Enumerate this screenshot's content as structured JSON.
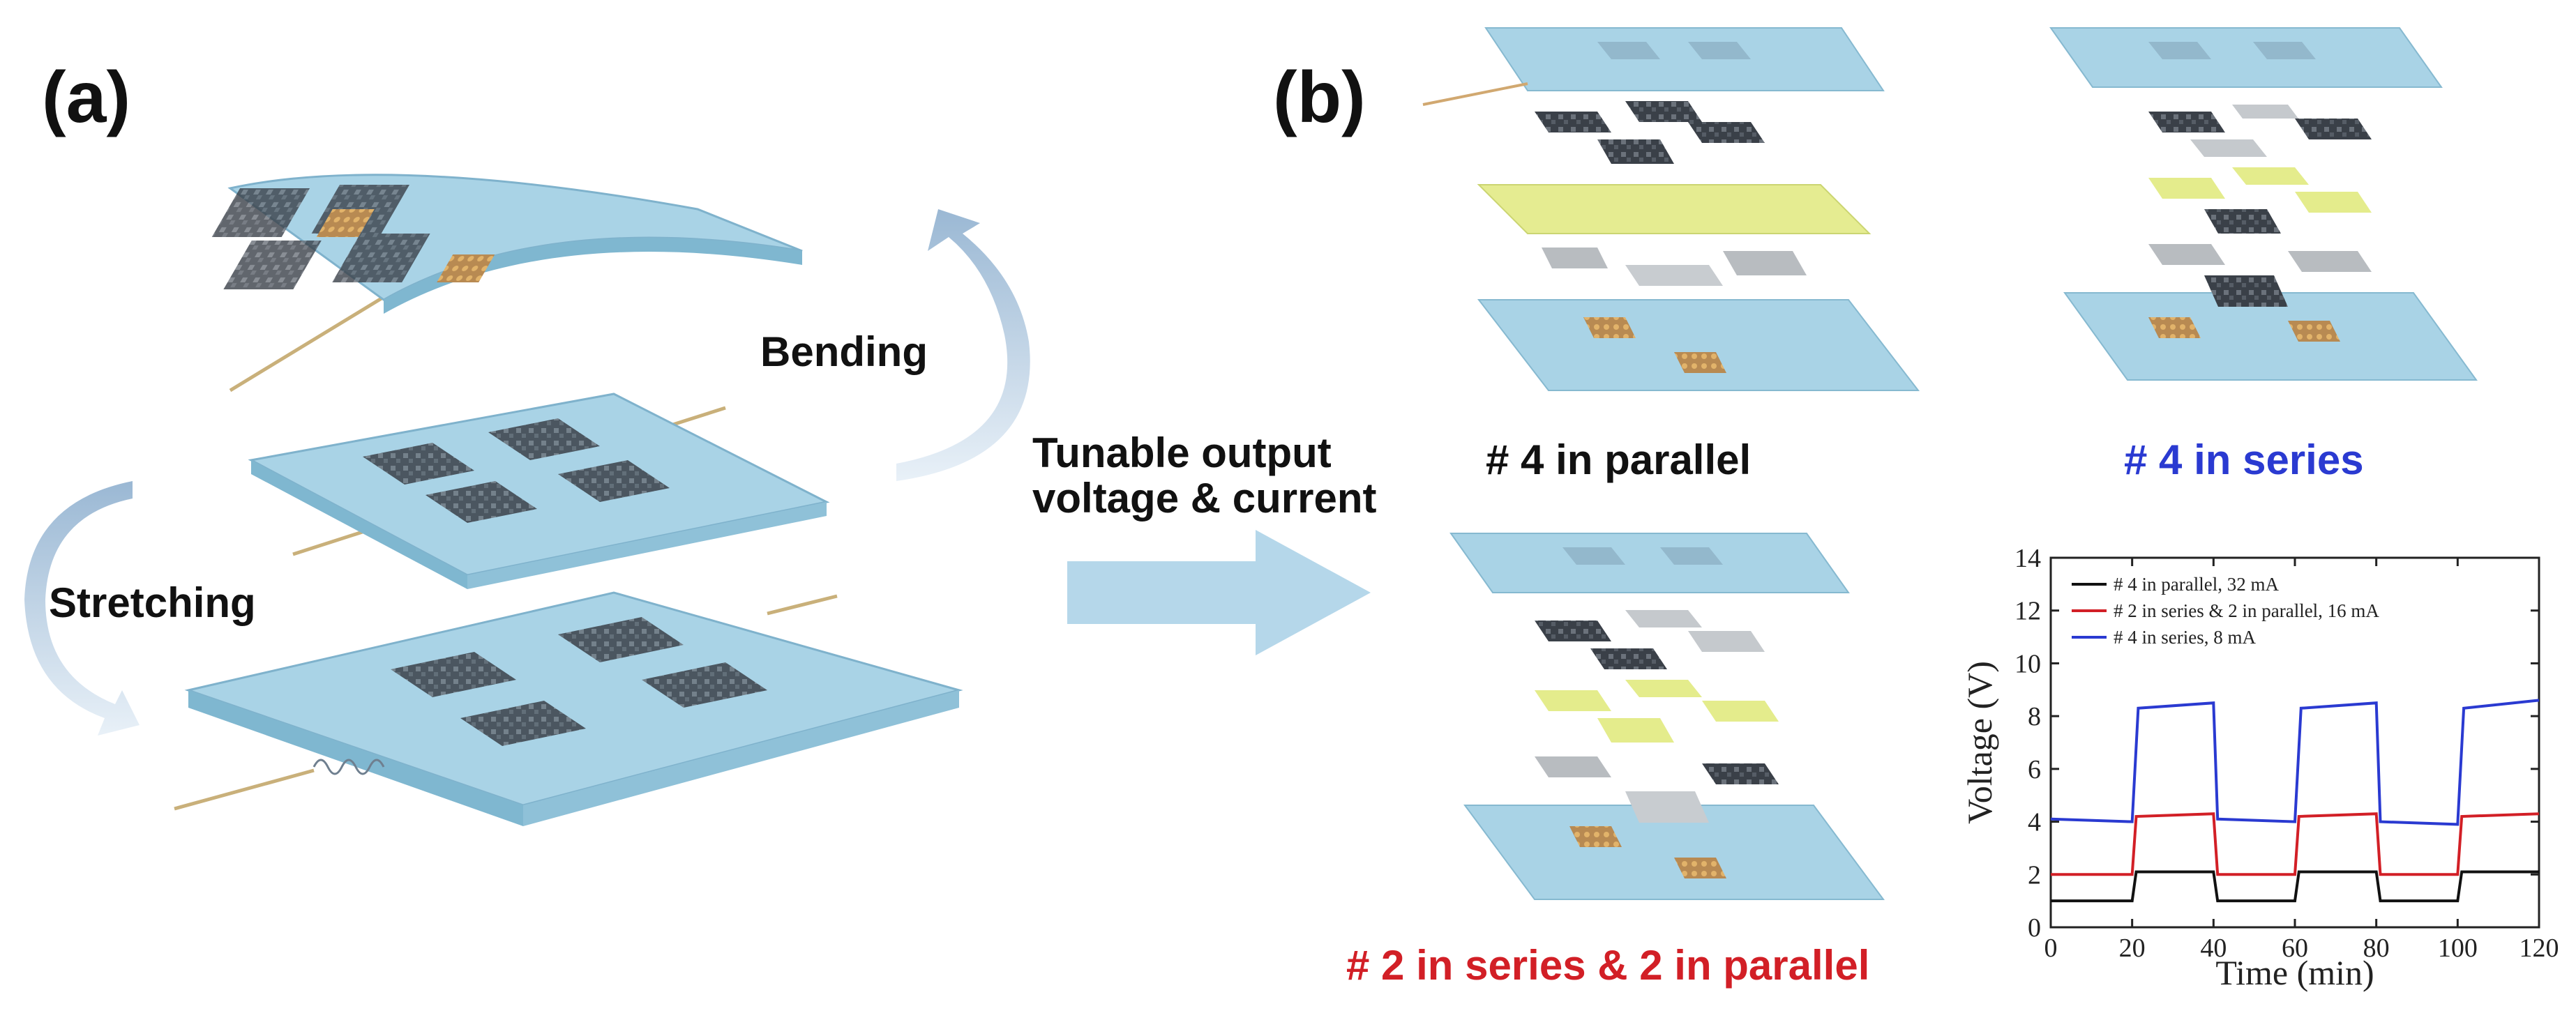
{
  "labels": {
    "panel_a": "(a)",
    "panel_b": "(b)",
    "bending": "Bending",
    "stretching": "Stretching",
    "tunable_line1": "Tunable output",
    "tunable_line2": "voltage & current",
    "cfg_parallel": "# 4 in parallel",
    "cfg_series": "# 4 in series",
    "cfg_mixed": "# 2 in series & 2 in parallel"
  },
  "colors": {
    "parallel": "#111111",
    "series": "#2a3ad1",
    "mixed": "#d21f26",
    "film": "#a9d3e6",
    "arrow": "#b5d7ea"
  },
  "chart_data": {
    "type": "line",
    "xlabel": "Time (min)",
    "ylabel": "Voltage (V)",
    "xlim": [
      0,
      120
    ],
    "ylim": [
      0,
      14
    ],
    "xticks": [
      0,
      20,
      40,
      60,
      80,
      100,
      120
    ],
    "yticks": [
      0,
      2,
      4,
      6,
      8,
      10,
      12,
      14
    ],
    "legend_position": "top-left",
    "grid": false,
    "series": [
      {
        "name": "# 4 in parallel, 32 mA",
        "color": "#111111",
        "x": [
          0,
          20,
          21,
          40,
          41,
          60,
          61,
          80,
          81,
          100,
          101,
          120
        ],
        "y": [
          1.0,
          1.0,
          2.1,
          2.1,
          1.0,
          1.0,
          2.1,
          2.1,
          1.0,
          1.0,
          2.1,
          2.1
        ]
      },
      {
        "name": "# 2 in series & 2 in parallel, 16 mA",
        "color": "#d21f26",
        "x": [
          0,
          20,
          21,
          40,
          41,
          60,
          61,
          80,
          81,
          100,
          101,
          120
        ],
        "y": [
          2.0,
          2.0,
          4.2,
          4.3,
          2.0,
          2.0,
          4.2,
          4.3,
          2.0,
          2.0,
          4.2,
          4.3
        ]
      },
      {
        "name": "# 4 in series, 8 mA",
        "color": "#2a3ad1",
        "x": [
          0,
          20,
          21.5,
          40,
          41,
          60,
          61.5,
          80,
          81,
          100,
          101.5,
          120
        ],
        "y": [
          4.1,
          4.0,
          8.3,
          8.5,
          4.1,
          4.0,
          8.3,
          8.5,
          4.0,
          3.9,
          8.3,
          8.6
        ]
      }
    ]
  }
}
